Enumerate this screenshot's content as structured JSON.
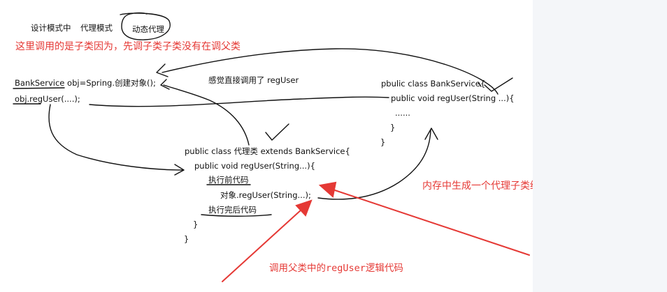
{
  "header": {
    "design_patterns_in": "设计模式中",
    "proxy_pattern": "代理模式",
    "dynamic_proxy": "动态代理"
  },
  "annotations": {
    "top_note": "这里调用的是子类因为，先调子类子类没有在调父类",
    "direct_call_note": "感觉直接调用了 regUser",
    "memory_note": "内存中生成一个代理子类继承与你的父类",
    "parent_logic_note": "调用父类中的regUser逻辑代码"
  },
  "client_code": {
    "line1": "BankService obj=Spring.创建对象();",
    "line2": "obj.regUser(....);"
  },
  "bank_service_code": {
    "line1": "pbulic class BankService{",
    "line2": "public void regUser(String ...){",
    "line3": "......",
    "line4": "}",
    "line5": "}"
  },
  "proxy_code": {
    "line1": "public class 代理类  extends BankService{",
    "line2": "public void regUser(String...){",
    "line3": "执行前代码",
    "line4": "对象.regUser(String...);",
    "line5": "执行完后代码",
    "line6": "}",
    "line7": "}"
  },
  "colors": {
    "annotation_red": "#e53935",
    "ink": "#111111",
    "side_panel": "#f4f6f9"
  }
}
